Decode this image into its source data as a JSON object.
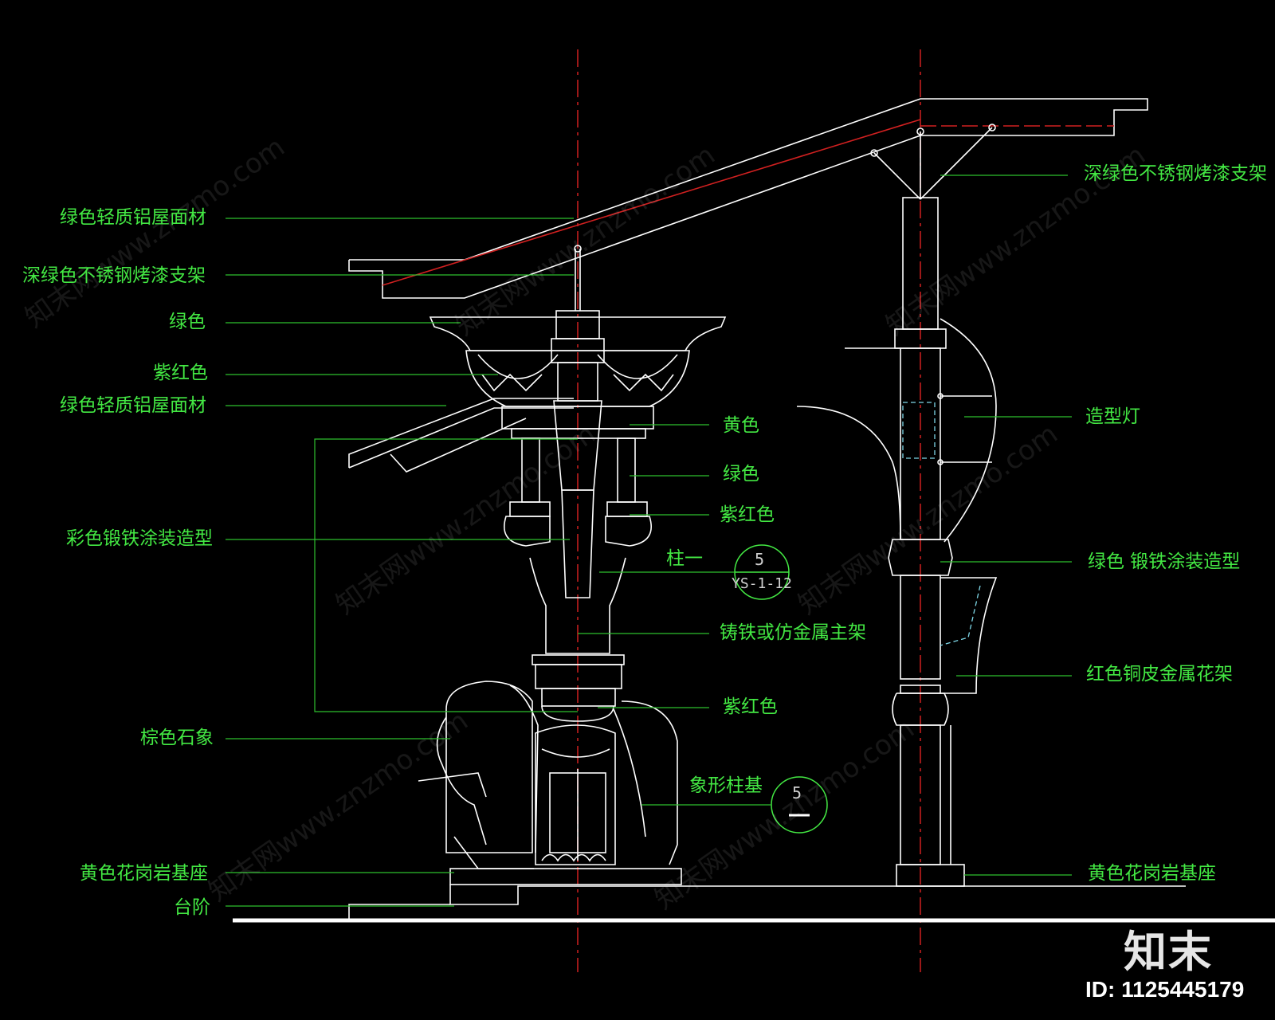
{
  "colors": {
    "background": "#000000",
    "label_green": "#43e843",
    "leader_green": "#2ebf2e",
    "drawing_white": "#ffffff",
    "centerline_red": "#d02020",
    "detail_cyan": "#7fd8e8"
  },
  "labels_left": [
    "绿色轻质铝屋面材",
    "深绿色不锈钢烤漆支架",
    "绿色",
    "紫红色",
    "绿色轻质铝屋面材",
    "彩色锻铁涂装造型",
    "棕色石象",
    "黄色花岗岩基座",
    "台阶"
  ],
  "labels_center": [
    "黄色",
    "绿色",
    "紫红色",
    "柱一",
    "铸铁或仿金属主架",
    "紫红色",
    "象形柱基"
  ],
  "labels_right": [
    "深绿色不锈钢烤漆支架",
    "造型灯",
    "绿色 锻铁涂装造型",
    "红色铜皮金属花架",
    "黄色花岗岩基座"
  ],
  "references": {
    "ref1_number": "5",
    "ref1_sheet": "YS-1-12",
    "ref2_number": "5"
  },
  "watermark": {
    "logo": "知末",
    "id": "ID: 1125445179",
    "diagonal": "知末网www.znzmo.com"
  }
}
